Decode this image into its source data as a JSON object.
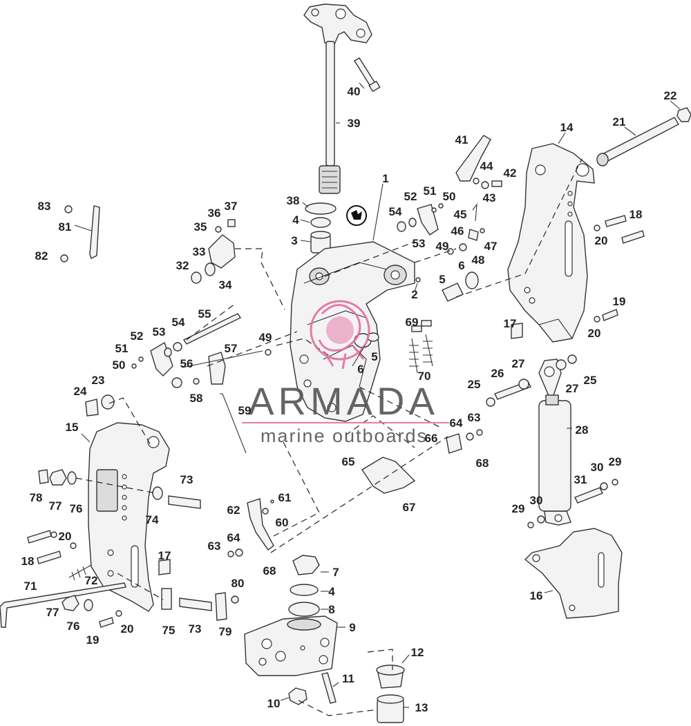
{
  "watermark": {
    "brand": "ARMADA",
    "tagline": "marine outboards",
    "accent_color": "#e36f9f"
  },
  "parts": {
    "p1": "1",
    "p2": "2",
    "p3": "3",
    "p4a": "4",
    "p4b": "4",
    "p5a": "5",
    "p5b": "5",
    "p6a": "6",
    "p6b": "6",
    "p7": "7",
    "p8": "8",
    "p9": "9",
    "p10": "10",
    "p11": "11",
    "p12": "12",
    "p13": "13",
    "p14": "14",
    "p15": "15",
    "p16": "16",
    "p17a": "17",
    "p17b": "17",
    "p18a": "18",
    "p18b": "18",
    "p19a": "19",
    "p19b": "19",
    "p20a": "20",
    "p20b": "20",
    "p20c": "20",
    "p20d": "20",
    "p21": "21",
    "p22": "22",
    "p23": "23",
    "p24": "24",
    "p25a": "25",
    "p25b": "25",
    "p26": "26",
    "p27a": "27",
    "p27b": "27",
    "p28": "28",
    "p29a": "29",
    "p29b": "29",
    "p30a": "30",
    "p30b": "30",
    "p31": "31",
    "p32": "32",
    "p33": "33",
    "p34": "34",
    "p35": "35",
    "p36": "36",
    "p37": "37",
    "p38": "38",
    "p39": "39",
    "p40": "40",
    "p41": "41",
    "p42": "42",
    "p43": "43",
    "p44": "44",
    "p45": "45",
    "p46": "46",
    "p47": "47",
    "p48": "48",
    "p49a": "49",
    "p49b": "49",
    "p50a": "50",
    "p50b": "50",
    "p51a": "51",
    "p51b": "51",
    "p52a": "52",
    "p52b": "52",
    "p53a": "53",
    "p53b": "53",
    "p54a": "54",
    "p54b": "54",
    "p55": "55",
    "p56": "56",
    "p57": "57",
    "p58": "58",
    "p59": "59",
    "p60": "60",
    "p61": "61",
    "p62": "62",
    "p63a": "63",
    "p63b": "63",
    "p64a": "64",
    "p64b": "64",
    "p65": "65",
    "p66": "66",
    "p67": "67",
    "p68a": "68",
    "p68b": "68",
    "p69": "69",
    "p70": "70",
    "p71": "71",
    "p72": "72",
    "p73a": "73",
    "p73b": "73",
    "p74": "74",
    "p75": "75",
    "p76a": "76",
    "p76b": "76",
    "p77a": "77",
    "p77b": "77",
    "p78": "78",
    "p79": "79",
    "p80": "80",
    "p81": "81",
    "p82": "82",
    "p83": "83"
  }
}
